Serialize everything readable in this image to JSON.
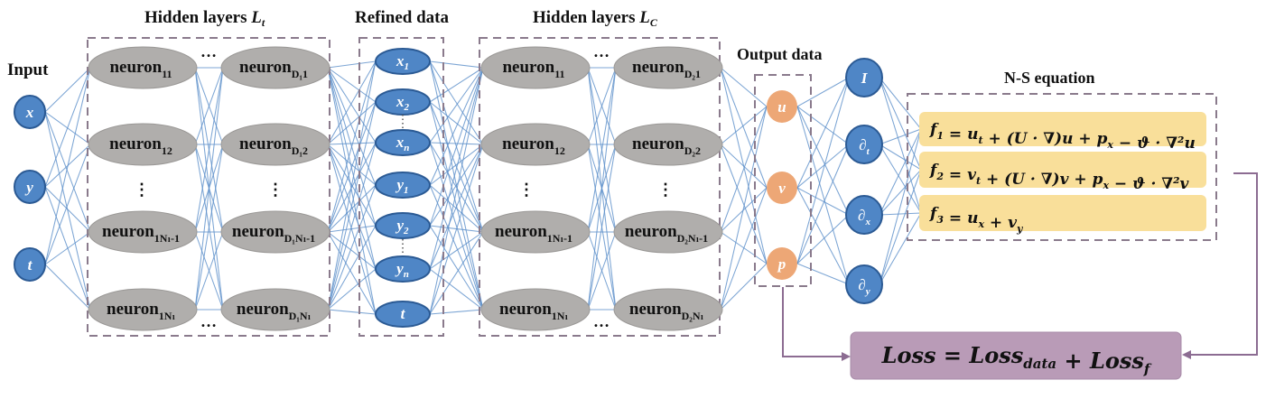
{
  "titles": {
    "input": "Input",
    "hidden_t": "Hidden layers ",
    "hidden_t_sym": "L",
    "hidden_t_sub": "t",
    "refined": "Refined data",
    "hidden_c": "Hidden layers ",
    "hidden_c_sym": "L",
    "hidden_c_sub": "C",
    "output": "Output data",
    "ns": "N-S equation"
  },
  "input_nodes": [
    {
      "label": "x"
    },
    {
      "label": "y"
    },
    {
      "label": "t"
    }
  ],
  "hidden_t": {
    "col1": [
      {
        "base": "neuron",
        "sub": "11"
      },
      {
        "base": "neuron",
        "sub": "12"
      },
      {
        "base": "neuron",
        "sub": "1Nₗ-1"
      },
      {
        "base": "neuron",
        "sub": "1Nₗ"
      }
    ],
    "col2": [
      {
        "base": "neuron",
        "sub": "D₁1"
      },
      {
        "base": "neuron",
        "sub": "D₁2"
      },
      {
        "base": "neuron",
        "sub": "D₁Nₗ-1"
      },
      {
        "base": "neuron",
        "sub": "D₁Nₗ"
      }
    ]
  },
  "refined_nodes": [
    {
      "base": "x",
      "sub": "1"
    },
    {
      "base": "x",
      "sub": "2"
    },
    {
      "base": "x",
      "sub": "n"
    },
    {
      "base": "y",
      "sub": "1"
    },
    {
      "base": "y",
      "sub": "2"
    },
    {
      "base": "y",
      "sub": "n"
    },
    {
      "base": "t",
      "sub": ""
    }
  ],
  "hidden_c": {
    "col1": [
      {
        "base": "neuron",
        "sub": "11"
      },
      {
        "base": "neuron",
        "sub": "12"
      },
      {
        "base": "neuron",
        "sub": "1Nₗ-1"
      },
      {
        "base": "neuron",
        "sub": "1Nₗ"
      }
    ],
    "col2": [
      {
        "base": "neuron",
        "sub": "D₂1"
      },
      {
        "base": "neuron",
        "sub": "D₂2"
      },
      {
        "base": "neuron",
        "sub": "D₂Nₗ-1"
      },
      {
        "base": "neuron",
        "sub": "D₂Nₗ"
      }
    ]
  },
  "output_nodes": [
    {
      "label": "u"
    },
    {
      "label": "v"
    },
    {
      "label": "p"
    }
  ],
  "operator_nodes": [
    {
      "base": "I",
      "sub": ""
    },
    {
      "base": "∂",
      "sub": "t"
    },
    {
      "base": "∂",
      "sub": "x"
    },
    {
      "base": "∂",
      "sub": "y"
    }
  ],
  "equations": [
    [
      [
        "f",
        "1"
      ],
      [
        " = u",
        "t"
      ],
      [
        " + (U · ∇)u + p",
        "x"
      ],
      [
        " − ϑ · ∇²u",
        ""
      ]
    ],
    [
      [
        "f",
        "2"
      ],
      [
        " = v",
        "t"
      ],
      [
        " + (U · ∇)v + p",
        "x"
      ],
      [
        " − ϑ · ∇²v",
        ""
      ]
    ],
    [
      [
        "f",
        "3"
      ],
      [
        " = u",
        "x"
      ],
      [
        " + v",
        "y"
      ],
      [
        "",
        ""
      ]
    ]
  ],
  "loss": [
    [
      "Loss = Loss",
      "data"
    ],
    [
      " + Loss",
      "f"
    ]
  ],
  "ellipsis": {
    "horizontal": "…",
    "vertical": "⋮"
  },
  "colors": {
    "blue_node": "#4f86c6",
    "blue_stroke": "#2b5a94",
    "gray_node": "#b0aeac",
    "orange_node": "#eda776",
    "edge": "#5b8fc9",
    "dash_box": "#8a7a8c",
    "eq_fill": "#f9df9a",
    "loss_fill": "#b99bb7",
    "loss_arrow": "#8c6c92"
  }
}
